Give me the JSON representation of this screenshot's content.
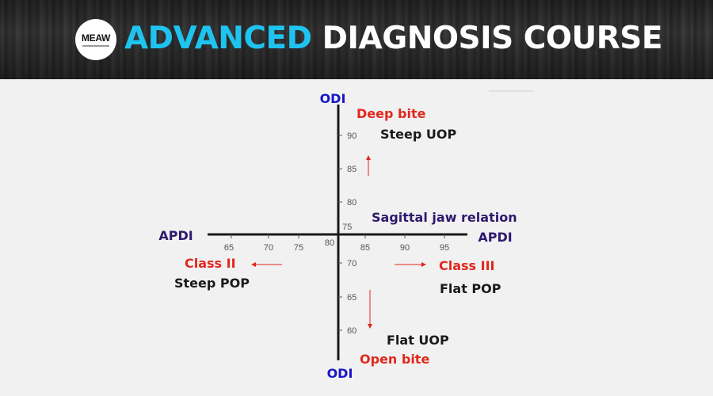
{
  "header": {
    "logo_text": "MEAW",
    "title_accent": "ADVANCED",
    "title_rest": "DIAGNOSIS COURSE"
  },
  "diagram": {
    "vertical_axis_label_top": "ODI",
    "vertical_axis_label_bottom": "ODI",
    "horizontal_axis_label_left": "APDI",
    "horizontal_axis_label_right": "APDI",
    "vertical_ticks": [
      "90",
      "85",
      "80",
      "75",
      "70",
      "65",
      "60"
    ],
    "horizontal_ticks": [
      "65",
      "70",
      "75",
      "80",
      "85",
      "90",
      "95"
    ],
    "labels": {
      "deep_bite": "Deep bite",
      "steep_uop": "Steep UOP",
      "sagittal": "Sagittal jaw relation",
      "class_ii": "Class II",
      "steep_pop": "Steep POP",
      "class_iii": "Class III",
      "flat_pop": "Flat POP",
      "flat_uop": "Flat UOP",
      "open_bite": "Open bite"
    },
    "colors": {
      "axis_label": "#1717c8",
      "apdi_label": "#2d1a6e",
      "red_label": "#e0281e",
      "black_label": "#1a1a1a",
      "arrow": "#e0281e"
    }
  }
}
